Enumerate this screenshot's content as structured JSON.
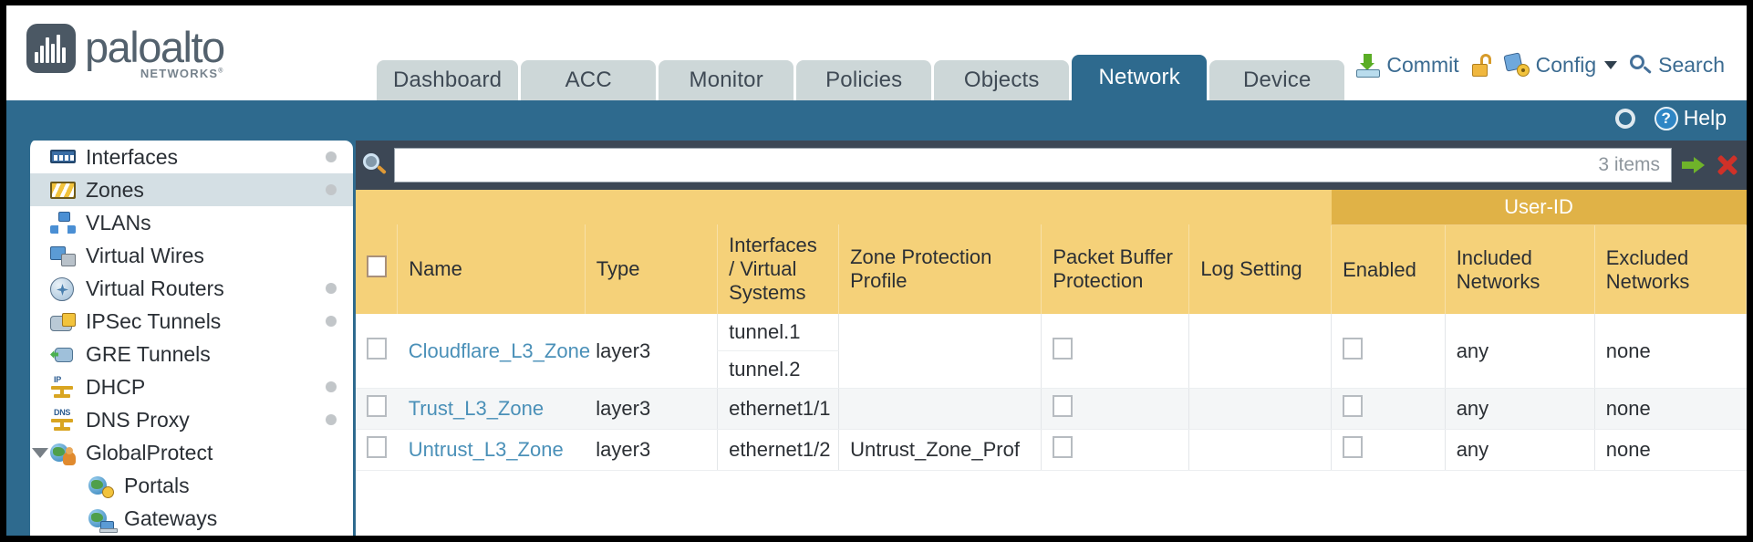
{
  "brand": {
    "name": "paloalto",
    "tagline": "NETWORKS",
    "trademark": "®"
  },
  "tabs": [
    {
      "label": "Dashboard",
      "active": false
    },
    {
      "label": "ACC",
      "active": false
    },
    {
      "label": "Monitor",
      "active": false
    },
    {
      "label": "Policies",
      "active": false
    },
    {
      "label": "Objects",
      "active": false
    },
    {
      "label": "Network",
      "active": true
    },
    {
      "label": "Device",
      "active": false
    }
  ],
  "top_actions": {
    "commit": "Commit",
    "config": "Config",
    "search": "Search",
    "lock_icon": "unlock-icon",
    "commit_icon": "commit-download-icon",
    "config_icon": "config-wrench-icon",
    "search_icon": "search-icon"
  },
  "help_row": {
    "refresh_icon": "refresh-icon",
    "help_label": "Help",
    "help_icon": "help-question-icon"
  },
  "sidebar": {
    "items": [
      {
        "label": "Interfaces",
        "icon": "interfaces-icon",
        "glyph": "g-interfaces",
        "dot": true,
        "selected": false,
        "child": false,
        "expander": false
      },
      {
        "label": "Zones",
        "icon": "zones-icon",
        "glyph": "g-zones",
        "dot": true,
        "selected": true,
        "child": false,
        "expander": false
      },
      {
        "label": "VLANs",
        "icon": "vlans-icon",
        "glyph": "g-vlans",
        "dot": false,
        "selected": false,
        "child": false,
        "expander": false
      },
      {
        "label": "Virtual Wires",
        "icon": "virtual-wires-icon",
        "glyph": "g-vwires",
        "dot": false,
        "selected": false,
        "child": false,
        "expander": false
      },
      {
        "label": "Virtual Routers",
        "icon": "virtual-routers-icon",
        "glyph": "g-vrouters",
        "dot": true,
        "selected": false,
        "child": false,
        "expander": false
      },
      {
        "label": "IPSec Tunnels",
        "icon": "ipsec-tunnels-icon",
        "glyph": "g-ipsec",
        "dot": true,
        "selected": false,
        "child": false,
        "expander": false
      },
      {
        "label": "GRE Tunnels",
        "icon": "gre-tunnels-icon",
        "glyph": "g-gre",
        "dot": false,
        "selected": false,
        "child": false,
        "expander": false
      },
      {
        "label": "DHCP",
        "icon": "dhcp-icon",
        "glyph": "g-dhcp",
        "dot": true,
        "selected": false,
        "child": false,
        "expander": false
      },
      {
        "label": "DNS Proxy",
        "icon": "dns-proxy-icon",
        "glyph": "g-dns",
        "dot": true,
        "selected": false,
        "child": false,
        "expander": false
      },
      {
        "label": "GlobalProtect",
        "icon": "globalprotect-icon",
        "glyph": "g-gp",
        "dot": false,
        "selected": false,
        "child": false,
        "expander": true
      },
      {
        "label": "Portals",
        "icon": "portals-icon",
        "glyph": "g-portals",
        "dot": false,
        "selected": false,
        "child": true,
        "expander": false
      },
      {
        "label": "Gateways",
        "icon": "gateways-icon",
        "glyph": "g-gw",
        "dot": false,
        "selected": false,
        "child": true,
        "expander": false
      }
    ]
  },
  "search": {
    "value": "",
    "placeholder": "",
    "items_count": "3 items",
    "go_icon": "green-arrow-icon",
    "clear_icon": "red-x-icon"
  },
  "table": {
    "group_header": {
      "label": "User-ID",
      "span": 3
    },
    "columns": [
      "Name",
      "Type",
      "Interfaces / Virtual Systems",
      "Zone Protection Profile",
      "Packet Buffer Protection",
      "Log Setting",
      "Enabled",
      "Included Networks",
      "Excluded Networks"
    ],
    "rows": [
      {
        "name": "Cloudflare_L3_Zone",
        "type": "layer3",
        "interfaces": [
          "tunnel.1",
          "tunnel.2"
        ],
        "zone_protection_profile": "",
        "packet_buffer_protection": false,
        "log_setting": "",
        "userid_enabled": false,
        "included_networks": "any",
        "excluded_networks": "none",
        "alt": false
      },
      {
        "name": "Trust_L3_Zone",
        "type": "layer3",
        "interfaces": [
          "ethernet1/1"
        ],
        "zone_protection_profile": "",
        "packet_buffer_protection": false,
        "log_setting": "",
        "userid_enabled": false,
        "included_networks": "any",
        "excluded_networks": "none",
        "alt": true
      },
      {
        "name": "Untrust_L3_Zone",
        "type": "layer3",
        "interfaces": [
          "ethernet1/2"
        ],
        "zone_protection_profile": "Untrust_Zone_Prof",
        "packet_buffer_protection": false,
        "log_setting": "",
        "userid_enabled": false,
        "included_networks": "any",
        "excluded_networks": "none",
        "alt": false
      }
    ]
  },
  "colors": {
    "brand_blue": "#2e6a8e",
    "panel_dark": "#3c4755",
    "header_gold": "#f5d179",
    "group_gold": "#e0b247",
    "link_blue": "#4a90b8",
    "tab_inactive": "#cdd7d8"
  }
}
